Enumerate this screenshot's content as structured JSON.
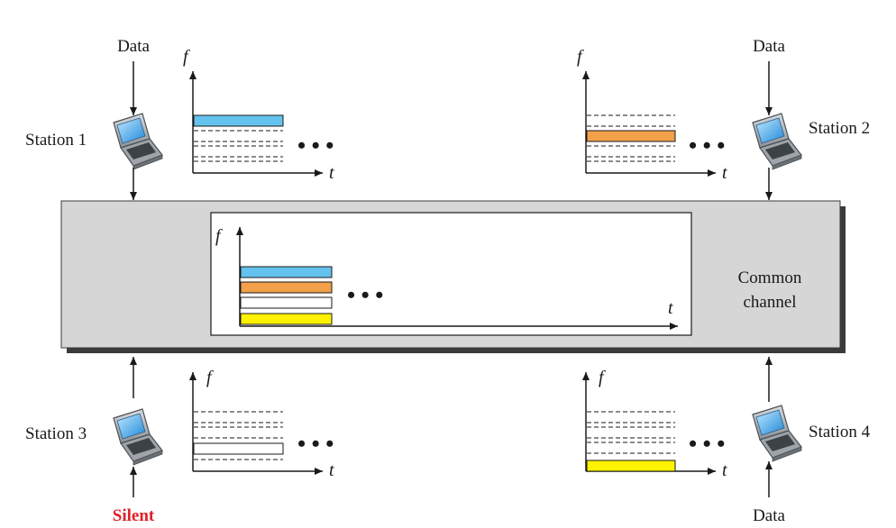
{
  "colors": {
    "blue": "#64c3ee",
    "orange": "#f2a04a",
    "yellow": "#fff200",
    "white": "#ffffff",
    "silent": "#e0202a",
    "channel": "#d6d6d6"
  },
  "labels": {
    "data": "Data",
    "silent": "Silent",
    "axis_f": "f",
    "axis_t": "t",
    "ellipsis": "• • •",
    "channel_line1": "Common",
    "channel_line2": "channel"
  },
  "stations": [
    {
      "name": "Station 1",
      "input": "Data",
      "band": "blue"
    },
    {
      "name": "Station 2",
      "input": "Data",
      "band": "orange"
    },
    {
      "name": "Station 3",
      "input": "Silent",
      "band": "empty"
    },
    {
      "name": "Station 4",
      "input": "Data",
      "band": "yellow"
    }
  ]
}
